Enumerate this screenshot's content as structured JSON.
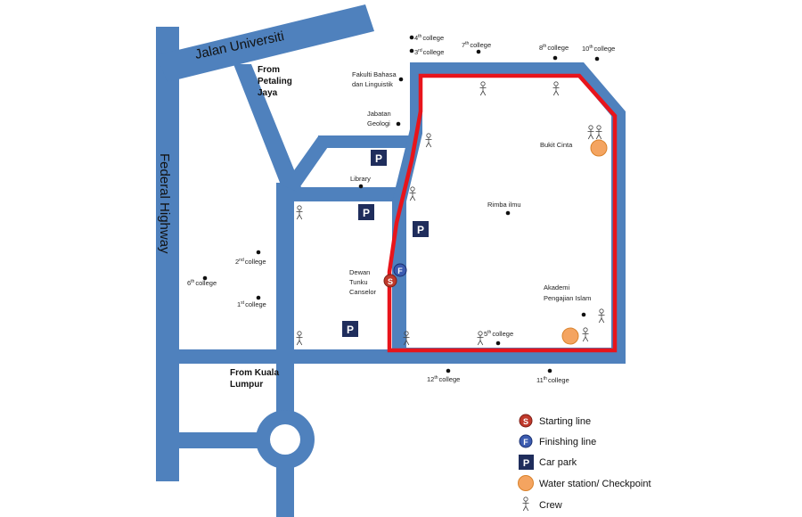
{
  "roads": {
    "jalan_universiti": "Jalan Universiti",
    "federal_highway": "Federal Highway"
  },
  "directions": {
    "from_pj_1": "From",
    "from_pj_2": "Petaling",
    "from_pj_3": "Jaya",
    "from_kl_1": "From Kuala",
    "from_kl_2": "Lumpur"
  },
  "places": {
    "fakulti_1": "Fakulti Bahasa",
    "fakulti_2": "dan Linguistik",
    "jabatan_1": "Jabatan",
    "jabatan_2": "Geologi",
    "library": "Library",
    "dewan_1": "Dewan",
    "dewan_2": "Tunku",
    "dewan_3": "Canselor",
    "bukit_cinta": "Bukit Cinta",
    "rimba_ilmu": "Rimba ilmu",
    "akademi_1": "Akademi",
    "akademi_2": "Pengajian Islam"
  },
  "colleges": {
    "c4": {
      "num": "4",
      "sup": "th",
      "word": "college"
    },
    "c3": {
      "num": "3",
      "sup": "rd",
      "word": "college"
    },
    "c7": {
      "num": "7",
      "sup": "th",
      "word": "college"
    },
    "c8": {
      "num": "8",
      "sup": "th",
      "word": "college"
    },
    "c10": {
      "num": "10",
      "sup": "th",
      "word": "college"
    },
    "c2": {
      "num": "2",
      "sup": "nd",
      "word": "college"
    },
    "c6": {
      "num": "6",
      "sup": "th",
      "word": "college"
    },
    "c1": {
      "num": "1",
      "sup": "st",
      "word": "college"
    },
    "c5": {
      "num": "5",
      "sup": "th",
      "word": "college"
    },
    "c12": {
      "num": "12",
      "sup": "th",
      "word": "college"
    },
    "c11": {
      "num": "11",
      "sup": "th",
      "word": "college"
    }
  },
  "markers": {
    "start": "S",
    "finish": "F",
    "parking": "P"
  },
  "legend": {
    "starting_line": "Starting line",
    "finishing_line": "Finishing line",
    "car_park": "Car park",
    "water_station": "Water station/ Checkpoint",
    "crew": "Crew"
  },
  "colors": {
    "road": "#4f81bd",
    "route": "#e8141b",
    "parking": "#1f2d5c",
    "water": "#f4a460",
    "start": "#c0392b",
    "finish": "#3b5bb0"
  }
}
